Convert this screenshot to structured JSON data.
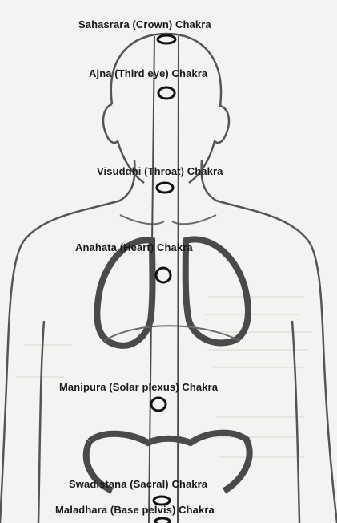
{
  "labels": {
    "sahasrara": "Sahasrara (Crown) Chakra",
    "ajna": "Ajna (Third eye) Chakra",
    "visuddhi": "Visuddhi (Throat) Chakra",
    "anahata": "Anahata (Heart) Chakra",
    "manipura": "Manipura (Solar plexus) Chakra",
    "swadistana": "Swadistana (Sacral) Chakra",
    "maladhara": "Maladhara (Base pelvis) Chakra"
  },
  "colors": {
    "background": "#f3f3f1",
    "outline": "#555555",
    "organs": "#4a4a4a",
    "channel": "#4d4d4d",
    "chakra_marker": "#111111",
    "faint_text": "#c9c9c6"
  },
  "icons": {
    "chakra_marker": "chakra-ring-icon"
  }
}
